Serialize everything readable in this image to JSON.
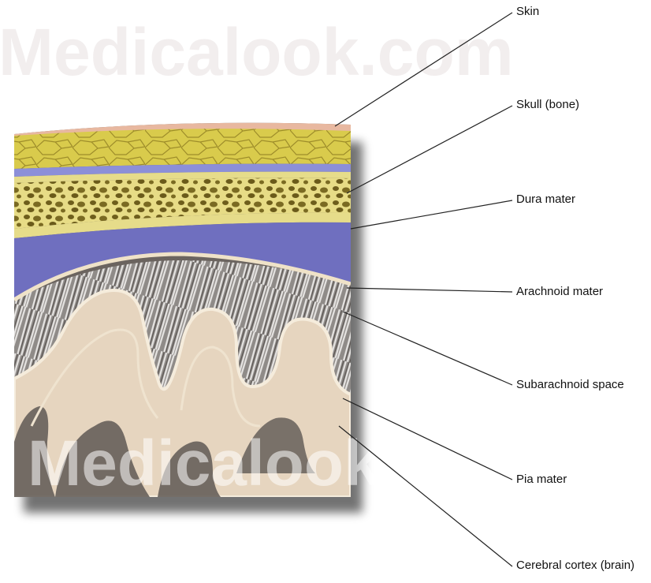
{
  "watermark": {
    "text": "Medicalook.com"
  },
  "labels": [
    {
      "id": "skin",
      "text": "Skin"
    },
    {
      "id": "skull",
      "text": "Skull (bone)"
    },
    {
      "id": "dura",
      "text": "Dura mater"
    },
    {
      "id": "arachnoid",
      "text": "Arachnoid mater"
    },
    {
      "id": "subarachnoid",
      "text": "Subarachnoid space"
    },
    {
      "id": "pia",
      "text": "Pia mater"
    },
    {
      "id": "cortex",
      "text": "Cerebral cortex (brain)"
    }
  ],
  "colors": {
    "skin": "#e8b8a0",
    "skull_outer": "#d9c94a",
    "skull_inner": "#e6dc8a",
    "blue_vein": "#8c8fd8",
    "dura": "#6f6fbf",
    "subarachnoid": "#6b645f",
    "brain": "#e6d5bf",
    "pia_line": "#f3ead8"
  }
}
